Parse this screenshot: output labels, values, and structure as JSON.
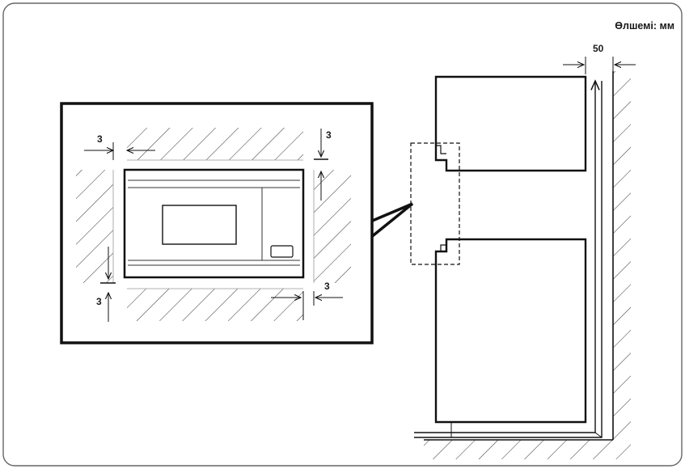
{
  "units_label": "Өлшемі: мм",
  "dimensions": {
    "top_left": "3",
    "top_right": "3",
    "bottom_left": "3",
    "bottom_right": "3",
    "wall_gap": "50"
  },
  "colors": {
    "stroke": "#111111",
    "frame": "#666666",
    "background": "#ffffff"
  }
}
